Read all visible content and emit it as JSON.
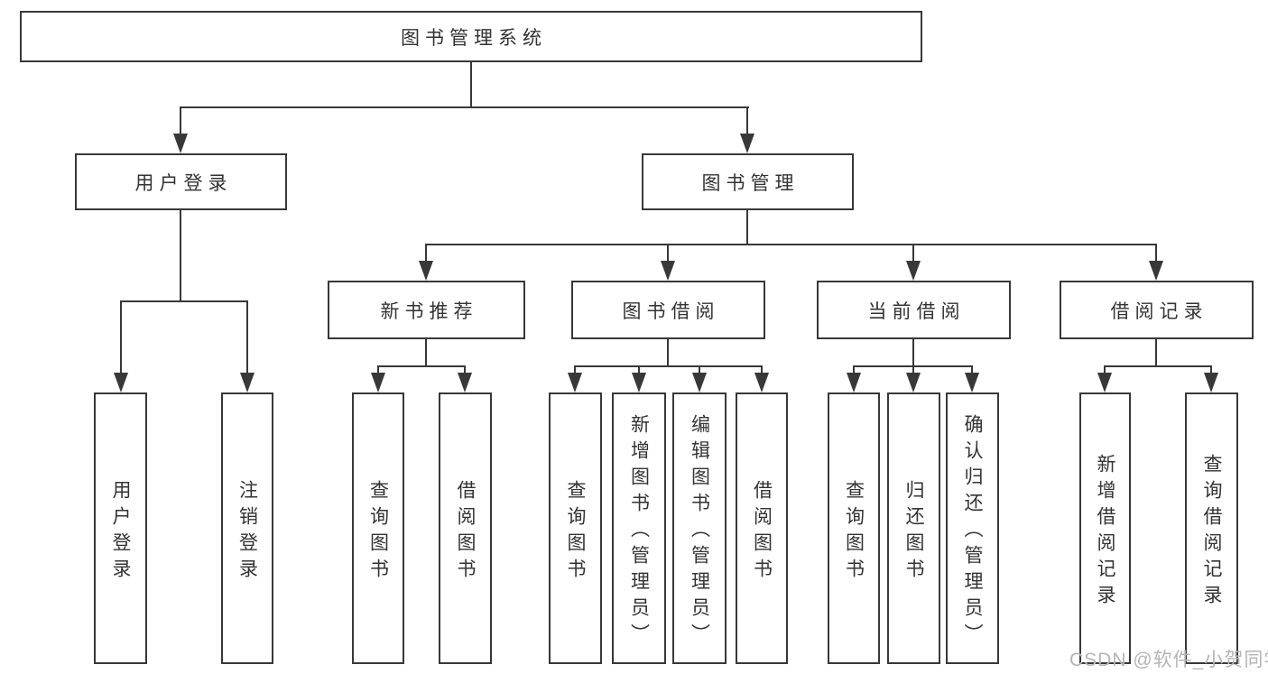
{
  "tree": {
    "root": {
      "label": "图书管理系统"
    },
    "branches": [
      {
        "label": "用户登录",
        "children": [
          {
            "label": "用户登录"
          },
          {
            "label": "注销登录"
          }
        ]
      },
      {
        "label": "图书管理",
        "children": [
          {
            "label": "新书推荐",
            "children": [
              {
                "label": "查询图书"
              },
              {
                "label": "借阅图书"
              }
            ]
          },
          {
            "label": "图书借阅",
            "children": [
              {
                "label": "查询图书"
              },
              {
                "label": "新增图书（管理员）"
              },
              {
                "label": "编辑图书（管理员）"
              },
              {
                "label": "借阅图书"
              }
            ]
          },
          {
            "label": "当前借阅",
            "children": [
              {
                "label": "查询图书"
              },
              {
                "label": "归还图书"
              },
              {
                "label": "确认归还（管理员）"
              }
            ]
          },
          {
            "label": "借阅记录",
            "children": [
              {
                "label": "新增借阅记录"
              },
              {
                "label": "查询借阅记录"
              }
            ]
          }
        ]
      }
    ]
  },
  "watermark": {
    "text": "CSDN @软件_小贺同学"
  },
  "colors": {
    "line": "#383838",
    "text": "#333333",
    "box_background": "#ffffff",
    "watermark": "#b5b5b5"
  }
}
